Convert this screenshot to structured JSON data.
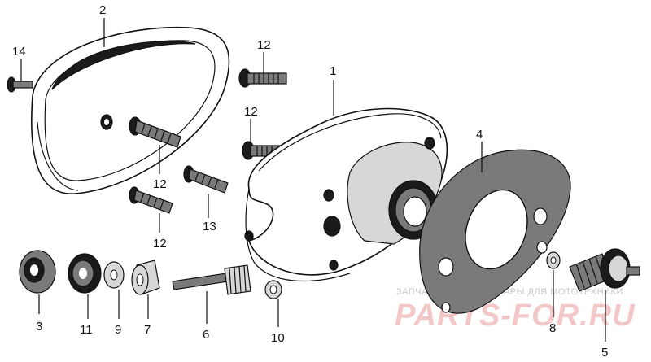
{
  "callouts": {
    "c1": "1",
    "c2": "2",
    "c3": "3",
    "c4": "4",
    "c5": "5",
    "c6": "6",
    "c7": "7",
    "c8": "8",
    "c9": "9",
    "c10": "10",
    "c11": "11",
    "c12a": "12",
    "c12b": "12",
    "c12c": "12",
    "c12d": "12",
    "c13": "13",
    "c14": "14"
  },
  "watermark": {
    "tagline": "ЗАПЧАСТИ И АКСЕССУАРЫ ДЛЯ МОТОТЕХНИКИ",
    "brand": "PARTS-FOR.RU"
  }
}
